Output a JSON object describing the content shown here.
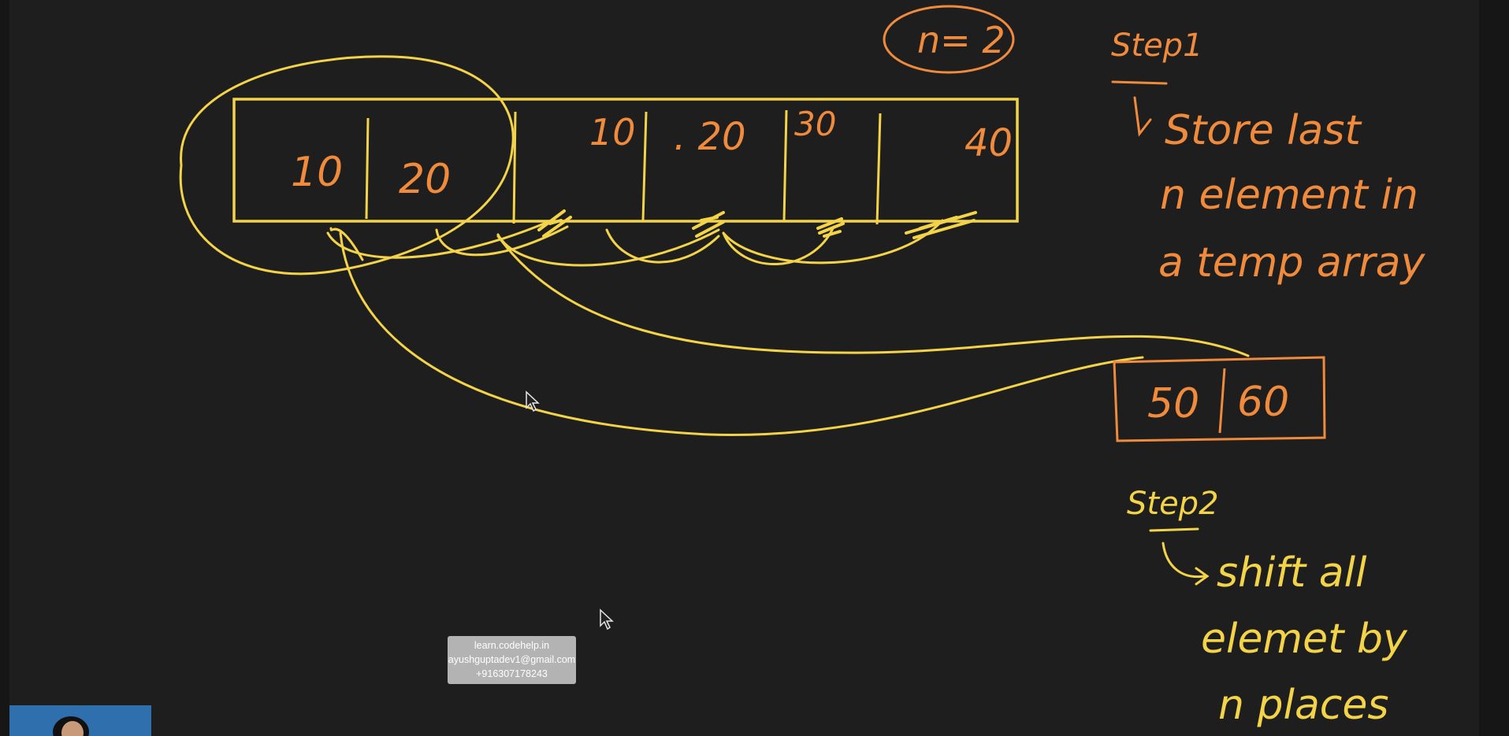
{
  "note_n": "n= 2",
  "main_array": {
    "values": [
      "10",
      "20",
      "10",
      ". 20",
      "30",
      "40"
    ]
  },
  "temp_array": {
    "values": [
      "50",
      "60"
    ]
  },
  "step1": {
    "title": "Step1",
    "lines": [
      "Store last",
      "n element in",
      "a temp array"
    ]
  },
  "step2": {
    "title": "Step2",
    "lines": [
      "shift all",
      "elemet by",
      "n places"
    ]
  },
  "watermark": {
    "site": "learn.codehelp.in",
    "email": "ayushguptadev1@gmail.com",
    "phone": "+916307178243"
  },
  "colors": {
    "background": "#1e1e1e",
    "ink_yellow": "#f3d348",
    "ink_orange": "#f08a3c"
  },
  "icons": [
    "mouse-pointer-icon",
    "mouse-pointer-icon"
  ]
}
